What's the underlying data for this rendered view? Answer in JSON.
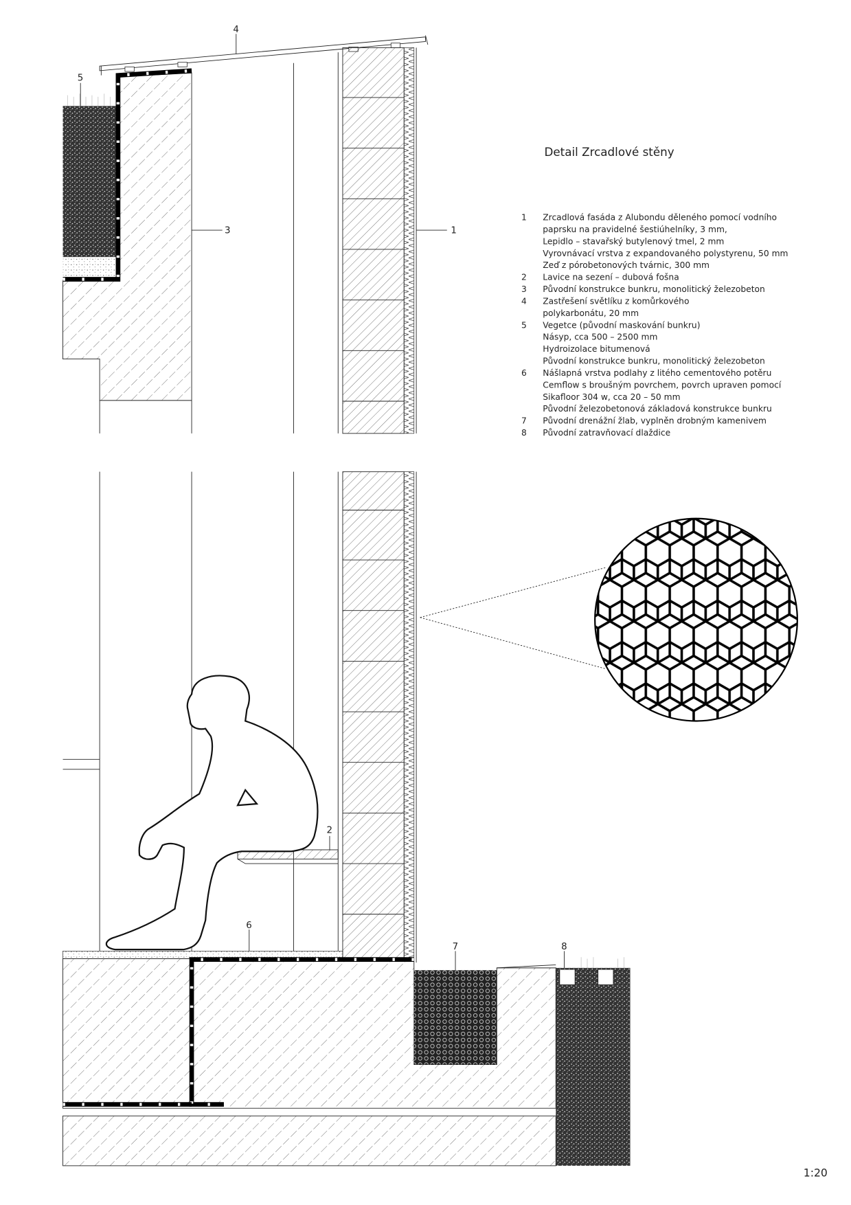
{
  "title": "Detail Zrcadlové stěny",
  "scale": "1:20",
  "callouts": {
    "c1": "1",
    "c2": "2",
    "c3": "3",
    "c4": "4",
    "c5": "5",
    "c6": "6",
    "c7": "7",
    "c8": "8"
  },
  "legend": [
    {
      "num": "1",
      "lines": [
        "Zrcadlová fasáda z Alubondu děleného pomocí vodního",
        "paprsku na pravidelné šestiúhelníky, 3 mm,",
        "Lepidlo – stavařský butylenový tmel, 2 mm",
        "Vyrovnávací vrstva z expandovaného polystyrenu, 50 mm",
        "Zeď z pórobetonových tvárnic, 300 mm"
      ]
    },
    {
      "num": "2",
      "lines": [
        "Lavice na sezení – dubová fošna"
      ]
    },
    {
      "num": "3",
      "lines": [
        "Původní konstrukce bunkru, monolitický železobeton"
      ]
    },
    {
      "num": "4",
      "lines": [
        "Zastřešení  světlíku z komůrkového",
        "polykarbonátu, 20 mm"
      ]
    },
    {
      "num": "5",
      "lines": [
        "Vegetce (původní maskování bunkru)",
        "Násyp, cca 500 – 2500 mm",
        "Hydroizolace bitumenová",
        "Původní konstrukce bunkru, monolitický železobeton"
      ]
    },
    {
      "num": "6",
      "lines": [
        "Nášlapná vrstva podlahy z litého cementového potěru",
        "Cemflow s broušným povrchem, povrch upraven pomocí",
        "Sikafloor 304 w, cca 20 – 50 mm",
        "Původní železobetonová základová konstrukce  bunkru"
      ]
    },
    {
      "num": "7",
      "lines": [
        "Původní drenážní žlab, vyplněn drobným kamenivem"
      ]
    },
    {
      "num": "8",
      "lines": [
        "Původní zatravňovací dlaždice"
      ]
    }
  ]
}
